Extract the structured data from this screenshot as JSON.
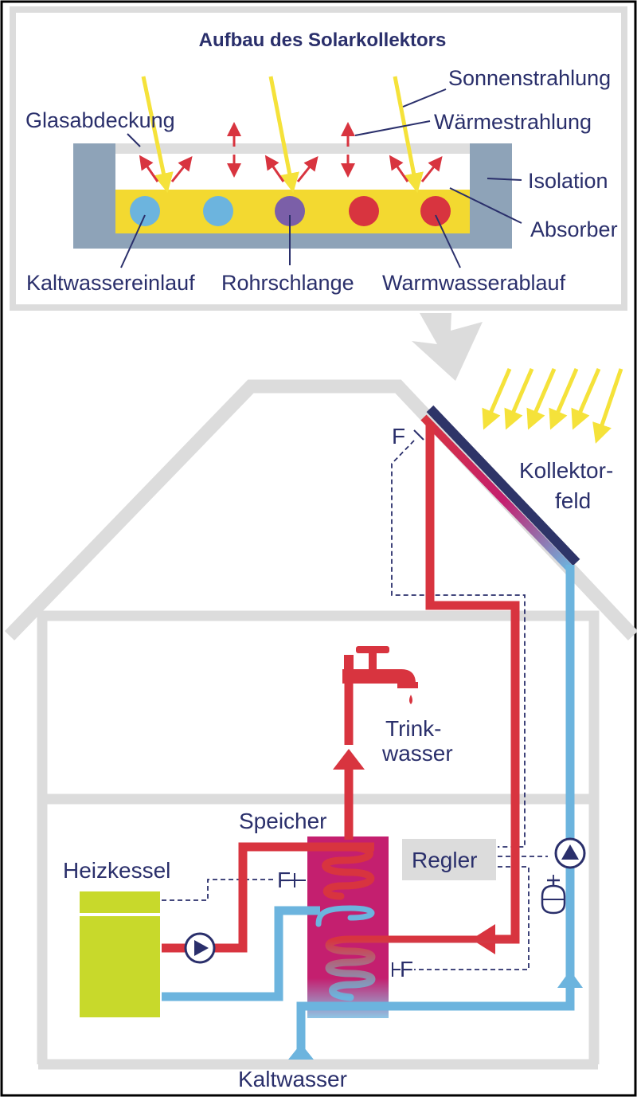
{
  "collector_detail": {
    "title": "Aufbau des Solarkollektors",
    "labels": {
      "sonnenstrahlung": "Sonnenstrahlung",
      "waermestrahlung": "Wärmestrahlung",
      "glasabdeckung": "Glasabdeckung",
      "isolation": "Isolation",
      "absorber": "Absorber",
      "kaltwassereinlauf": "Kaltwassereinlauf",
      "rohrschlange": "Rohrschlange",
      "warmwasserablauf": "Warmwasserablauf"
    }
  },
  "house_system": {
    "labels": {
      "kollektorfeld_line1": "Kollektor-",
      "kollektorfeld_line2": "feld",
      "trinkwasser_line1": "Trink-",
      "trinkwasser_line2": "wasser",
      "speicher": "Speicher",
      "heizkessel": "Heizkessel",
      "regler": "Regler",
      "kaltwasser": "Kaltwasser",
      "fuehler_1": "F",
      "fuehler_2": "F",
      "fuehler_3": "F"
    }
  },
  "colors": {
    "frame": "#dcdcdc",
    "text": "#2a2f6b",
    "hot": "#d8343f",
    "cold": "#6cb4de",
    "sun": "#f5e23a",
    "absorber": "#f3d930",
    "insulation": "#8ea3b8",
    "storage": "#c41f6f",
    "boiler": "#c8d92b",
    "panel": "#2e3468"
  }
}
